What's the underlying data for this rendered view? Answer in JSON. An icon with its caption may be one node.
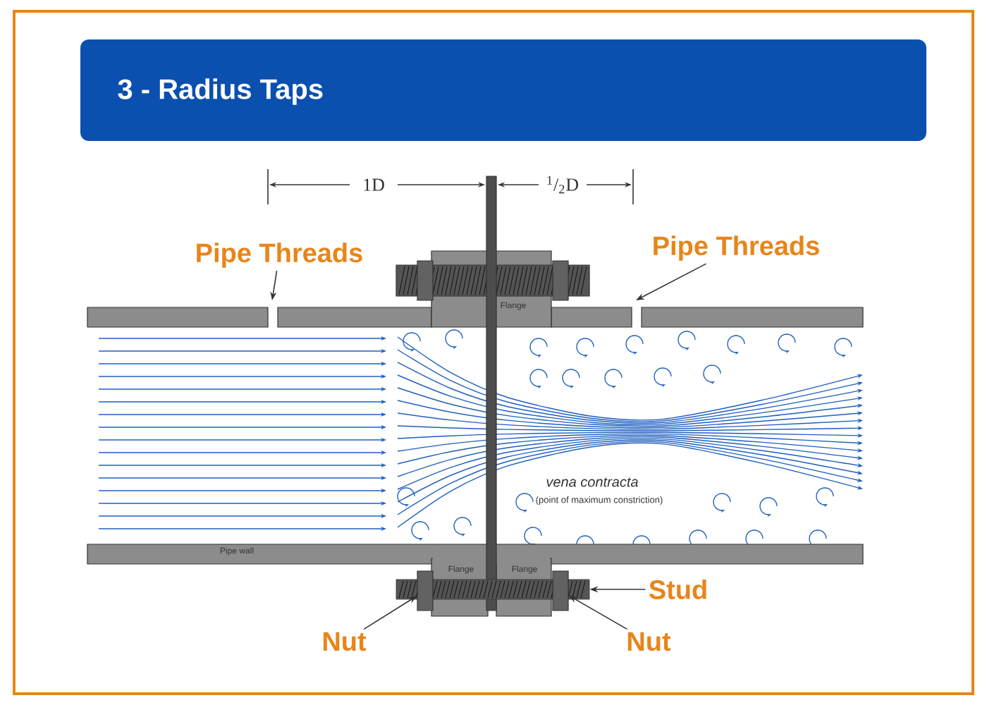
{
  "diagram": {
    "nodes": [
      {
        "text": [
          "3 - Radius Taps"
        ]
      },
      {
        "text": [
          "Pipe Threads"
        ]
      },
      {
        "text": [
          "Pipe Threads"
        ]
      },
      {
        "text": [
          "Stud"
        ]
      },
      {
        "text": [],
        "shape": "bar"
      },
      {
        "text": [
          "Nut"
        ]
      },
      {
        "text": [],
        "shape": "box"
      },
      {
        "text": [
          "Nut"
        ]
      },
      {
        "text": [],
        "shape": "box"
      }
    ],
    "edges": [
      {
        "from": 1,
        "to": null,
        "arrow": "to"
      },
      {
        "from": 2,
        "to": null,
        "arrow": "to"
      },
      {
        "from": 3,
        "to": 4,
        "arrow": "to"
      },
      {
        "from": 5,
        "to": 6,
        "arrow": "to"
      },
      {
        "from": 7,
        "to": 8,
        "arrow": "to"
      }
    ],
    "labels": [
      "1D",
      "$^{1}$/$_{2}$D",
      "Flange",
      "Pipe wall",
      "Flange",
      "Flange",
      "vena contracta",
      "(point of maximum constriction)"
    ]
  }
}
